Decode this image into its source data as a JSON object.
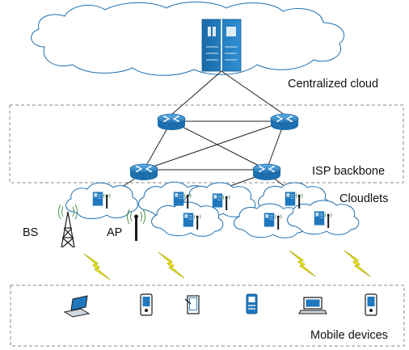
{
  "labels": {
    "centralized_cloud": "Centralized cloud",
    "isp_backbone": "ISP backbone",
    "cloudlets": "Cloudlets",
    "base_station": "BS",
    "access_point": "AP",
    "mobile_devices": "Mobile devices"
  },
  "colors": {
    "cloud_stroke": "#1e6fae",
    "cloud_fill": "#ffffff",
    "server_blue": "#1f78bd",
    "router_blue": "#2f88cc",
    "lightning_yellow": "#f4ee22",
    "dashed_box": "#8a8a8a",
    "link_line": "#222222"
  },
  "icons": {
    "central_server": "server-rack-icon",
    "router": "router-icon",
    "cloudlet_server": "cloudlet-server-icon",
    "tower": "cell-tower-icon",
    "access_point": "access-point-icon",
    "wireless_link": "lightning-bolt-icon",
    "devices": [
      "laptop-icon",
      "pda-icon",
      "tablet-icon",
      "phone-icon",
      "laptop-icon",
      "pda-icon"
    ]
  }
}
